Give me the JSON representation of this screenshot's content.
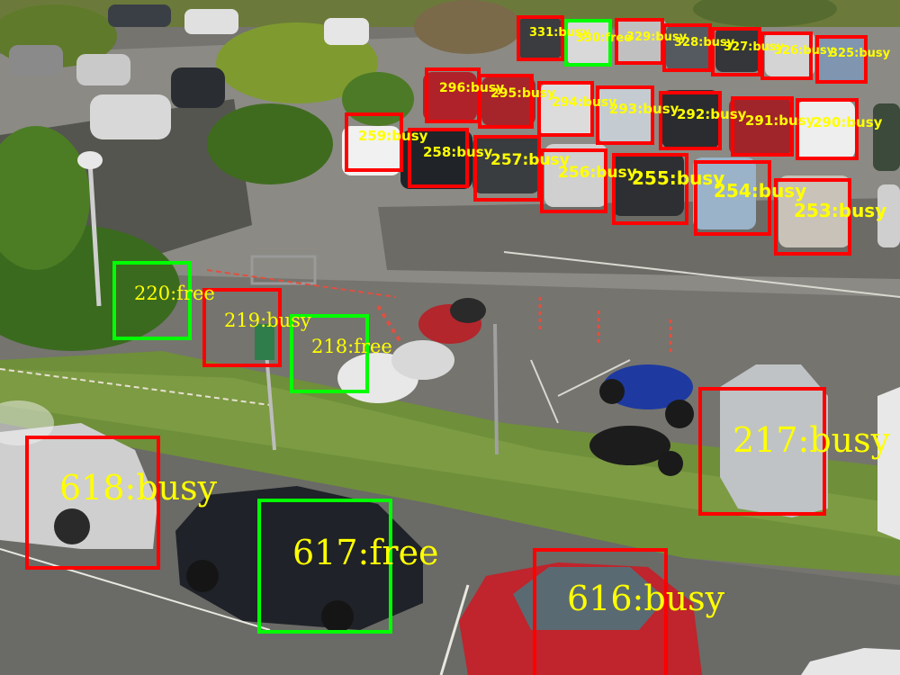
{
  "colors": {
    "busy": "#ff0000",
    "free": "#00ff00",
    "label": "#ffff00"
  },
  "slots": [
    {
      "id": "331",
      "status": "busy",
      "label": "331:busy"
    },
    {
      "id": "330",
      "status": "free",
      "label": "330:free"
    },
    {
      "id": "329",
      "status": "busy",
      "label": "329:busy"
    },
    {
      "id": "328",
      "status": "busy",
      "label": "328:busy"
    },
    {
      "id": "327",
      "status": "busy",
      "label": "327:busy"
    },
    {
      "id": "326",
      "status": "busy",
      "label": "326:busy"
    },
    {
      "id": "325",
      "status": "busy",
      "label": "325:busy"
    },
    {
      "id": "296",
      "status": "busy",
      "label": "296:busy"
    },
    {
      "id": "295",
      "status": "busy",
      "label": "295:busy"
    },
    {
      "id": "294",
      "status": "busy",
      "label": "294:busy"
    },
    {
      "id": "293",
      "status": "busy",
      "label": "293:busy"
    },
    {
      "id": "292",
      "status": "busy",
      "label": "292:busy"
    },
    {
      "id": "291",
      "status": "busy",
      "label": "291:busy"
    },
    {
      "id": "290",
      "status": "busy",
      "label": "290:busy"
    },
    {
      "id": "259",
      "status": "busy",
      "label": "259:busy"
    },
    {
      "id": "258",
      "status": "busy",
      "label": "258:busy"
    },
    {
      "id": "257",
      "status": "busy",
      "label": "257:busy"
    },
    {
      "id": "256",
      "status": "busy",
      "label": "256:busy"
    },
    {
      "id": "255",
      "status": "busy",
      "label": "255:busy"
    },
    {
      "id": "254",
      "status": "busy",
      "label": "254:busy"
    },
    {
      "id": "253",
      "status": "busy",
      "label": "253:busy"
    },
    {
      "id": "220",
      "status": "free",
      "label": "220:free"
    },
    {
      "id": "219",
      "status": "busy",
      "label": "219:busy"
    },
    {
      "id": "218",
      "status": "free",
      "label": "218:free"
    },
    {
      "id": "217",
      "status": "busy",
      "label": "217:busy"
    },
    {
      "id": "618",
      "status": "busy",
      "label": "618:busy"
    },
    {
      "id": "617",
      "status": "free",
      "label": "617:free"
    },
    {
      "id": "616",
      "status": "busy",
      "label": "616:busy"
    }
  ]
}
